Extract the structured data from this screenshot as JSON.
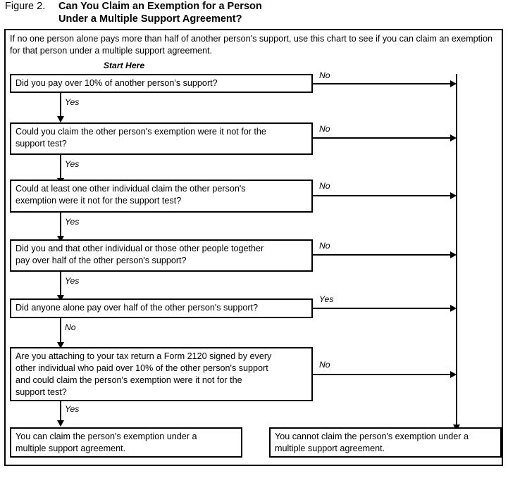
{
  "figure": {
    "label": "Figure 2.",
    "title_lines": [
      "Can You Claim an Exemption for a Person",
      "Under a Multiple Support Agreement?"
    ]
  },
  "intro": {
    "text": "If no one person alone pays more than half of another person's support, use this chart to see if you can claim an exemption for that person under a multiple support agreement."
  },
  "start_marker": {
    "label": "Start Here"
  },
  "boxes": [
    {
      "id": "q1",
      "lines": [
        "Did you pay over 10% of another person's support?"
      ],
      "yes_label": "Yes",
      "no_label": "No"
    },
    {
      "id": "q2",
      "lines": [
        "Could you claim the other person's exemption were it not for the",
        "support test?"
      ],
      "yes_label": "Yes",
      "no_label": "No"
    },
    {
      "id": "q3",
      "lines": [
        "Could at least one other individual claim the other person's",
        "exemption were it not for the support test?"
      ],
      "yes_label": "Yes",
      "no_label": "No"
    },
    {
      "id": "q4",
      "lines": [
        "Did you and that other individual or those other people together",
        "pay over half of the other person's support?"
      ],
      "yes_label": "Yes",
      "no_label": "No"
    },
    {
      "id": "q5",
      "lines": [
        "Did anyone alone pay over half of the other person's support?"
      ],
      "down_label": "No",
      "side_label": "Yes"
    },
    {
      "id": "q6",
      "lines": [
        "Are you attaching to your tax return a Form 2120 signed by every",
        "other individual who paid over 10% of the other person's support",
        "and could claim the person's exemption were it not for the",
        "support test?"
      ],
      "yes_label": "Yes",
      "no_label": "No"
    }
  ],
  "outcomes": {
    "positive": {
      "lines": [
        "You can claim the person's exemption under a",
        "multiple support agreement."
      ]
    },
    "negative": {
      "lines": [
        "You cannot claim the person's exemption under a",
        "multiple support agreement."
      ]
    }
  },
  "colors": {
    "ink": "#000000",
    "paper": "#ffffff"
  }
}
